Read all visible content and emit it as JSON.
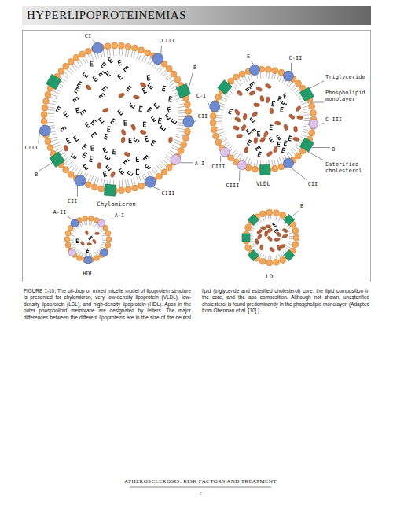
{
  "diagram": {
    "title": "HYPERLIPOPROTEINEMIAS",
    "caption": "FIGURE 1-10. The oil-drop or mixed micelle model of lipoprotein structure is presented for chylomicron, very low-density lipoprotein (VLDL), low-density lipoprotein (LDL), and high-density lipoprotein (HDL). Apos in the outer phospholipid membrane are designated by letters. The major differences between the different lipoproteins are in the size of the neutral lipid (triglyceride and esterified cholesterol) core, the lipid composition in the core, and the apo composition. Although not shown, unesterified cholesterol is found predominantly in the phospholipid monolayer. (Adapted from Oberman et al. [10].)",
    "nodes": [
      {
        "text": [
          "Chylomicron"
        ]
      },
      {
        "text": [
          "VLDL"
        ]
      },
      {
        "text": [
          "HDL"
        ]
      },
      {
        "text": [
          "LDL"
        ]
      }
    ],
    "labels": [
      "CI",
      "CIII",
      "B",
      "CII",
      "A-I",
      "CIII",
      "CII",
      "B",
      "CIII",
      "E",
      "C-II",
      "Triglyceride",
      "Phospholipid monolayer",
      "C-I",
      "C-III",
      "B",
      "Esterified cholesterol",
      "CII",
      "CIII",
      "CIII",
      "A-II",
      "A-I",
      "B",
      "ATHEROSCLEROSIS: RISK FACTORS AND TREATMENT",
      "7"
    ]
  }
}
